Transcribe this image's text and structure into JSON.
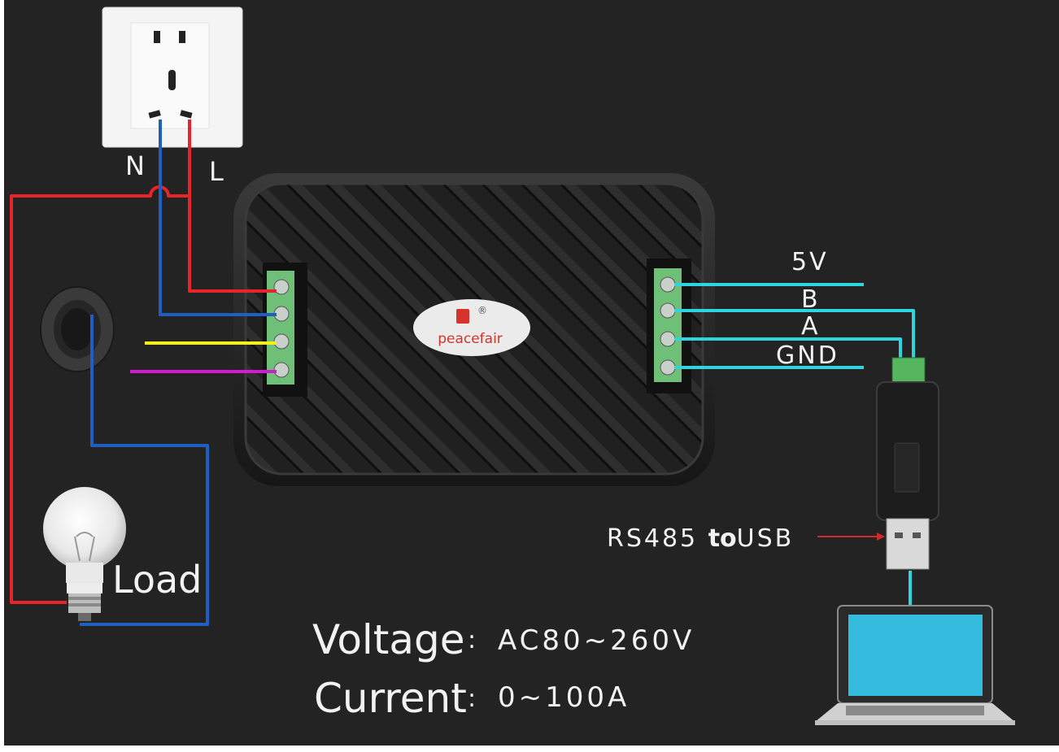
{
  "background_color": "#222222",
  "wire_colors": {
    "line": "#e8232a",
    "neutral": "#1f5fc2",
    "ct_yellow": "#f5ef1a",
    "ct_magenta": "#d21ad4",
    "comm": "#2fd4df"
  },
  "socket": {
    "label_n": "N",
    "label_l": "L"
  },
  "module": {
    "brand": "peacefair",
    "brand_mark": "®"
  },
  "comm_pins": {
    "v5": "5V",
    "b": "B",
    "a": "A",
    "gnd": "GND"
  },
  "adapter": {
    "prefix": "RS485 ",
    "to": "to",
    "suffix": "USB"
  },
  "load": {
    "label": "Load"
  },
  "specs": {
    "voltage_label": "Voltage",
    "voltage_sep": ":",
    "voltage_value": "AC80~260V",
    "current_label": "Current",
    "current_sep": ":",
    "current_value": "0~100A"
  }
}
